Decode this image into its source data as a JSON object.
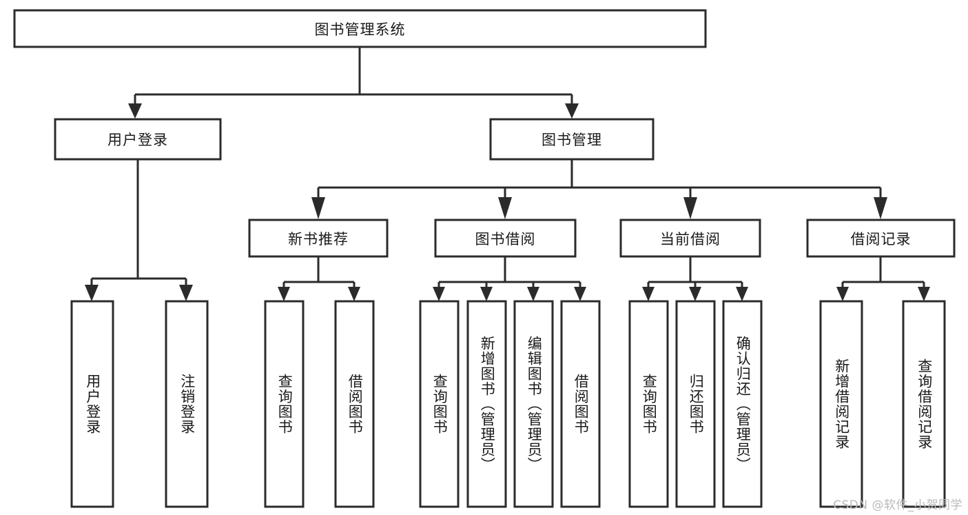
{
  "diagram": {
    "title": "图书管理系统",
    "watermark": "CSDN @软件_小贺同学",
    "colors": {
      "stroke": "#2b2b2b",
      "fill": "#ffffff",
      "text": "#1a1a1a",
      "watermark": "#b9b9b9"
    },
    "nodes": {
      "root": "图书管理系统",
      "level2": [
        {
          "label": "用户登录"
        },
        {
          "label": "图书管理"
        }
      ],
      "level3": [
        {
          "label": "新书推荐"
        },
        {
          "label": "图书借阅"
        },
        {
          "label": "当前借阅"
        },
        {
          "label": "借阅记录"
        }
      ],
      "leaves_user_login": [
        {
          "label": "用户登录"
        },
        {
          "label": "注销登录"
        }
      ],
      "leaves_new_books": [
        {
          "label": "查询图书"
        },
        {
          "label": "借阅图书"
        }
      ],
      "leaves_borrow": [
        {
          "label": "查询图书"
        },
        {
          "label": "新增图书（管理员）"
        },
        {
          "label": "编辑图书（管理员）"
        },
        {
          "label": "借阅图书"
        }
      ],
      "leaves_current": [
        {
          "label": "查询图书"
        },
        {
          "label": "归还图书"
        },
        {
          "label": "确认归还（管理员）"
        }
      ],
      "leaves_records": [
        {
          "label": "新增借阅记录"
        },
        {
          "label": "查询借阅记录"
        }
      ]
    }
  }
}
